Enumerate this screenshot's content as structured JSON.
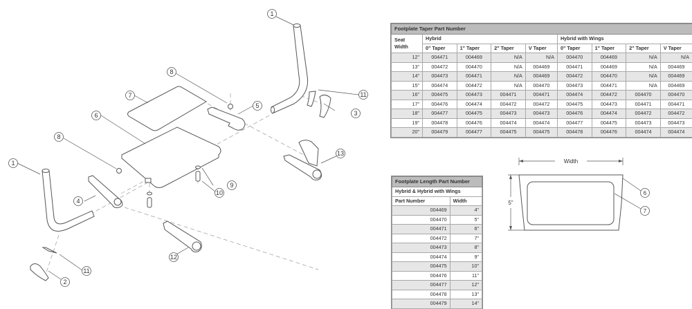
{
  "exploded_view": {
    "callouts": [
      "1",
      "1",
      "2",
      "3",
      "4",
      "5",
      "6",
      "7",
      "8",
      "8",
      "9",
      "10",
      "11",
      "11",
      "12",
      "13"
    ]
  },
  "taper_table": {
    "title": "Footplate Taper Part Number",
    "seat_width_label": "Seat Width",
    "groups": [
      "Hybrid",
      "Hybrid with Wings"
    ],
    "columns": [
      "0\" Taper",
      "1\" Taper",
      "2\" Taper",
      "V Taper",
      "0\" Taper",
      "1\" Taper",
      "2\" Taper",
      "V Taper"
    ],
    "rows": [
      {
        "seat": "12\"",
        "cells": [
          "004471",
          "004469",
          "N/A",
          "N/A",
          "004470",
          "004469",
          "N/A",
          "N/A"
        ]
      },
      {
        "seat": "13\"",
        "cells": [
          "004472",
          "004470",
          "N/A",
          "004469",
          "004471",
          "004469",
          "N/A",
          "004469"
        ]
      },
      {
        "seat": "14\"",
        "cells": [
          "004473",
          "004471",
          "N/A",
          "004469",
          "004472",
          "004470",
          "N/A",
          "004469"
        ]
      },
      {
        "seat": "15\"",
        "cells": [
          "004474",
          "004472",
          "N/A",
          "004470",
          "004473",
          "004471",
          "N/A",
          "004469"
        ]
      },
      {
        "seat": "16\"",
        "cells": [
          "004475",
          "004473",
          "004471",
          "004471",
          "004474",
          "004472",
          "004470",
          "004470"
        ]
      },
      {
        "seat": "17\"",
        "cells": [
          "004476",
          "004474",
          "004472",
          "004472",
          "004475",
          "004473",
          "004471",
          "004471"
        ]
      },
      {
        "seat": "18\"",
        "cells": [
          "004477",
          "004475",
          "004473",
          "004473",
          "004476",
          "004474",
          "004472",
          "004472"
        ]
      },
      {
        "seat": "19\"",
        "cells": [
          "004478",
          "004476",
          "004474",
          "004474",
          "004477",
          "004475",
          "004473",
          "004473"
        ]
      },
      {
        "seat": "20\"",
        "cells": [
          "004479",
          "004477",
          "004475",
          "004475",
          "004478",
          "004476",
          "004474",
          "004474"
        ]
      }
    ]
  },
  "length_table": {
    "title": "Footplate Length Part Number",
    "subtitle": "Hybrid & Hybrid with Wings",
    "columns": [
      "Part Number",
      "Width"
    ],
    "rows": [
      [
        "004469",
        "4\""
      ],
      [
        "004470",
        "5\""
      ],
      [
        "004471",
        "6\""
      ],
      [
        "004472",
        "7\""
      ],
      [
        "004473",
        "8\""
      ],
      [
        "004474",
        "9\""
      ],
      [
        "004475",
        "10\""
      ],
      [
        "004476",
        "11\""
      ],
      [
        "004477",
        "12\""
      ],
      [
        "004478",
        "13\""
      ],
      [
        "004479",
        "14\""
      ]
    ]
  },
  "width_drawing": {
    "width_label": "Width",
    "height_label": "5\"",
    "callouts": [
      "6",
      "7"
    ]
  }
}
